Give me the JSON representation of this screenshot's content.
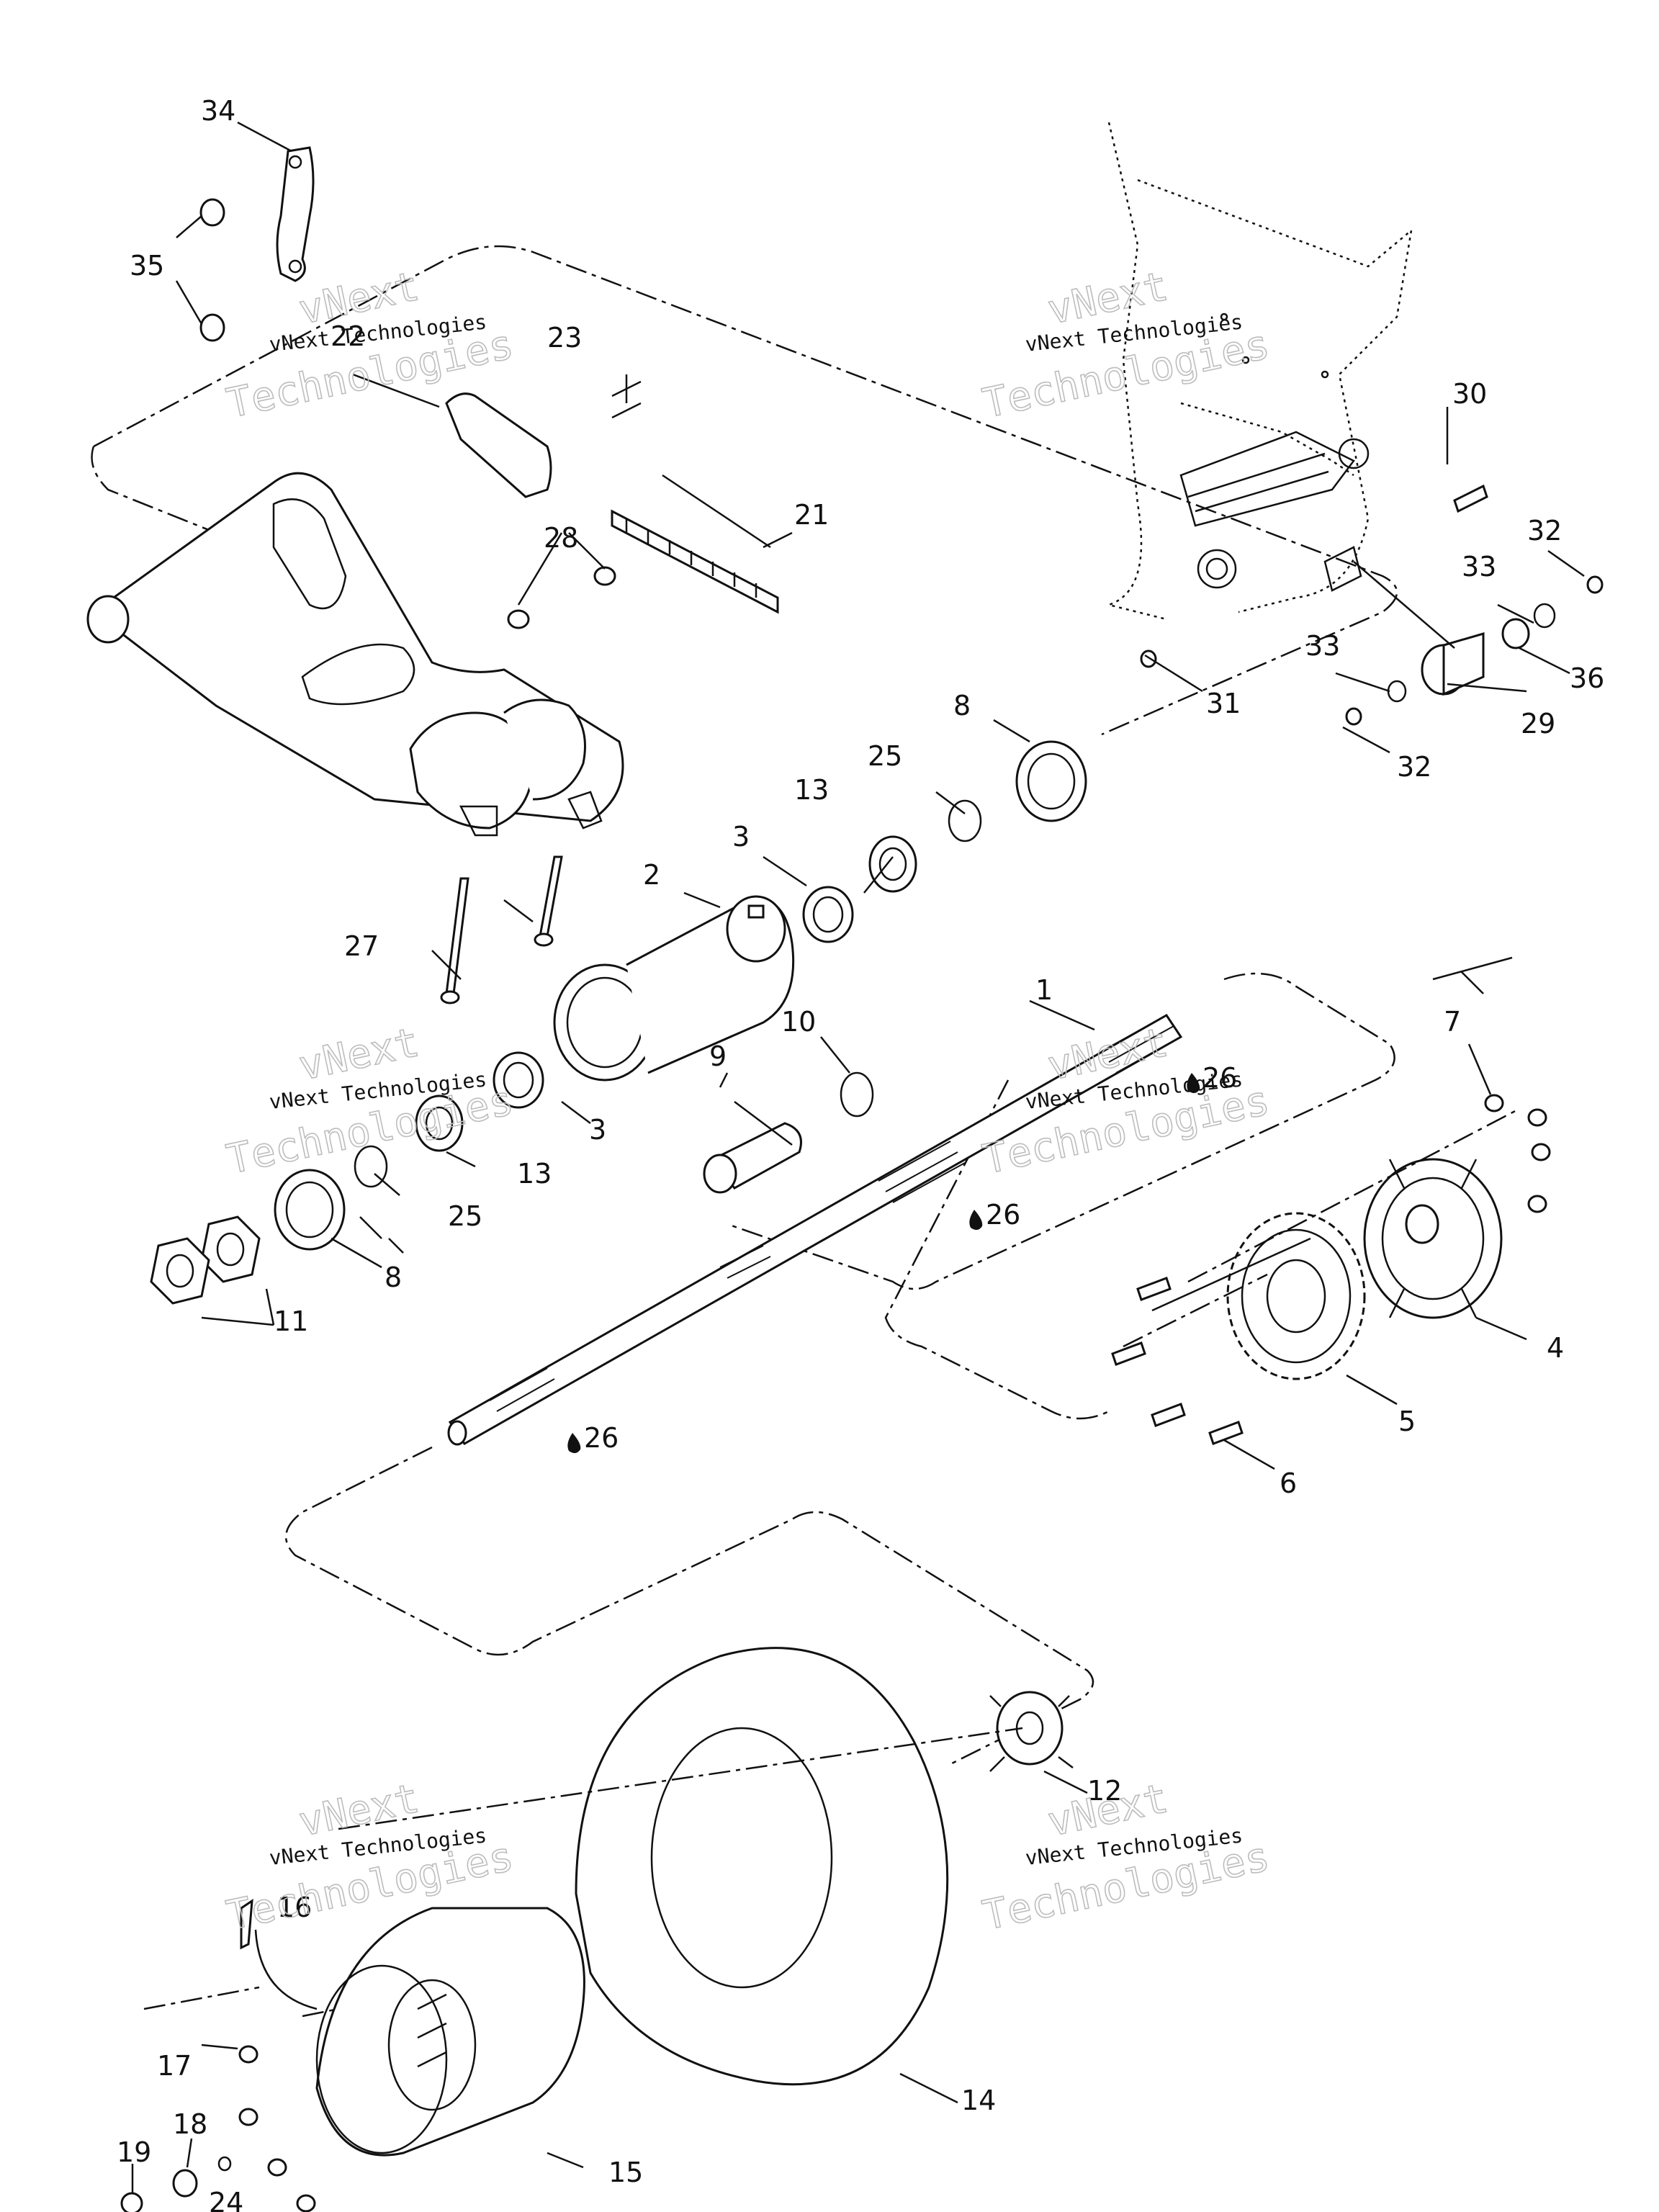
{
  "callouts": [
    "1",
    "2",
    "3",
    "3",
    "4",
    "5",
    "6",
    "7",
    "8",
    "8",
    "9",
    "10",
    "11",
    "12",
    "13",
    "13",
    "14",
    "15",
    "16",
    "17",
    "18",
    "19",
    "21",
    "22",
    "23",
    "25",
    "25",
    "26",
    "26",
    "26",
    "27",
    "28",
    "29",
    "30",
    "31",
    "32",
    "32",
    "33",
    "33",
    "34",
    "35",
    "36",
    "24"
  ],
  "watermark": {
    "line1": "vNext Technologies",
    "big_top": "vNext",
    "big_bottom": "Technologies"
  },
  "icons": [
    "grease-drop-icon"
  ]
}
